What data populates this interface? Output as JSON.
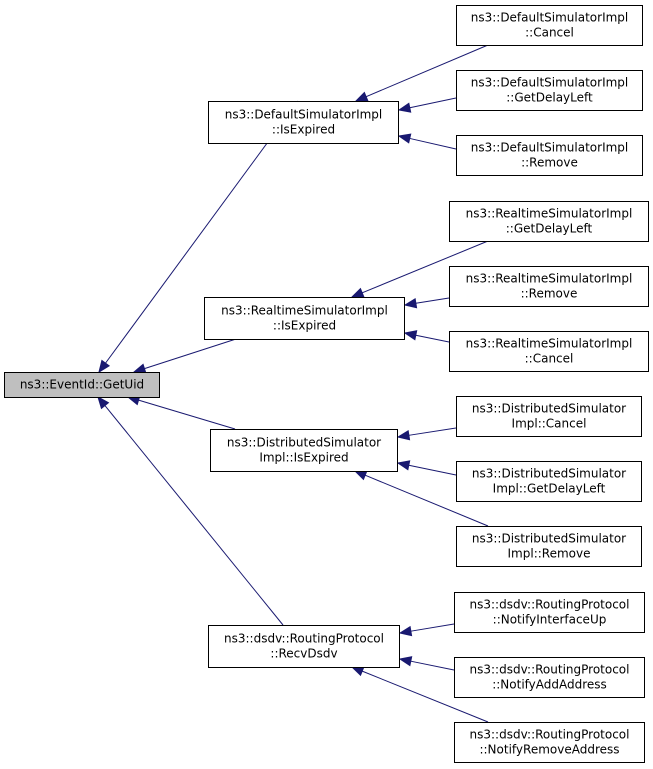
{
  "nodes": [
    {
      "id": "root",
      "lines": [
        "ns3::EventId::GetUid"
      ],
      "root": true
    },
    {
      "id": "dsi_isexpired",
      "lines": [
        "ns3::DefaultSimulatorImpl",
        "::IsExpired"
      ]
    },
    {
      "id": "rsi_isexpired",
      "lines": [
        "ns3::RealtimeSimulatorImpl",
        "::IsExpired"
      ]
    },
    {
      "id": "dist_isexpired",
      "lines": [
        "ns3::DistributedSimulator",
        "Impl::IsExpired"
      ]
    },
    {
      "id": "dsdv_recv",
      "lines": [
        "ns3::dsdv::RoutingProtocol",
        "::RecvDsdv"
      ]
    },
    {
      "id": "dsi_cancel",
      "lines": [
        "ns3::DefaultSimulatorImpl",
        "::Cancel"
      ]
    },
    {
      "id": "dsi_getdelay",
      "lines": [
        "ns3::DefaultSimulatorImpl",
        "::GetDelayLeft"
      ]
    },
    {
      "id": "dsi_remove",
      "lines": [
        "ns3::DefaultSimulatorImpl",
        "::Remove"
      ]
    },
    {
      "id": "rsi_getdelay",
      "lines": [
        "ns3::RealtimeSimulatorImpl",
        "::GetDelayLeft"
      ]
    },
    {
      "id": "rsi_remove",
      "lines": [
        "ns3::RealtimeSimulatorImpl",
        "::Remove"
      ]
    },
    {
      "id": "rsi_cancel",
      "lines": [
        "ns3::RealtimeSimulatorImpl",
        "::Cancel"
      ]
    },
    {
      "id": "dist_cancel",
      "lines": [
        "ns3::DistributedSimulator",
        "Impl::Cancel"
      ]
    },
    {
      "id": "dist_getdelay",
      "lines": [
        "ns3::DistributedSimulator",
        "Impl::GetDelayLeft"
      ]
    },
    {
      "id": "dist_remove",
      "lines": [
        "ns3::DistributedSimulator",
        "Impl::Remove"
      ]
    },
    {
      "id": "dsdv_ifup",
      "lines": [
        "ns3::dsdv::RoutingProtocol",
        "::NotifyInterfaceUp"
      ]
    },
    {
      "id": "dsdv_addaddr",
      "lines": [
        "ns3::dsdv::RoutingProtocol",
        "::NotifyAddAddress"
      ]
    },
    {
      "id": "dsdv_rmaddr",
      "lines": [
        "ns3::dsdv::RoutingProtocol",
        "::NotifyRemoveAddress"
      ]
    }
  ],
  "edges": [
    {
      "from": "dsi_isexpired",
      "to": "root"
    },
    {
      "from": "rsi_isexpired",
      "to": "root"
    },
    {
      "from": "dist_isexpired",
      "to": "root"
    },
    {
      "from": "dsdv_recv",
      "to": "root"
    },
    {
      "from": "dsi_cancel",
      "to": "dsi_isexpired"
    },
    {
      "from": "dsi_getdelay",
      "to": "dsi_isexpired"
    },
    {
      "from": "dsi_remove",
      "to": "dsi_isexpired"
    },
    {
      "from": "rsi_getdelay",
      "to": "rsi_isexpired"
    },
    {
      "from": "rsi_remove",
      "to": "rsi_isexpired"
    },
    {
      "from": "rsi_cancel",
      "to": "rsi_isexpired"
    },
    {
      "from": "dist_cancel",
      "to": "dist_isexpired"
    },
    {
      "from": "dist_getdelay",
      "to": "dist_isexpired"
    },
    {
      "from": "dist_remove",
      "to": "dist_isexpired"
    },
    {
      "from": "dsdv_ifup",
      "to": "dsdv_recv"
    },
    {
      "from": "dsdv_addaddr",
      "to": "dsdv_recv"
    },
    {
      "from": "dsdv_rmaddr",
      "to": "dsdv_recv"
    }
  ]
}
